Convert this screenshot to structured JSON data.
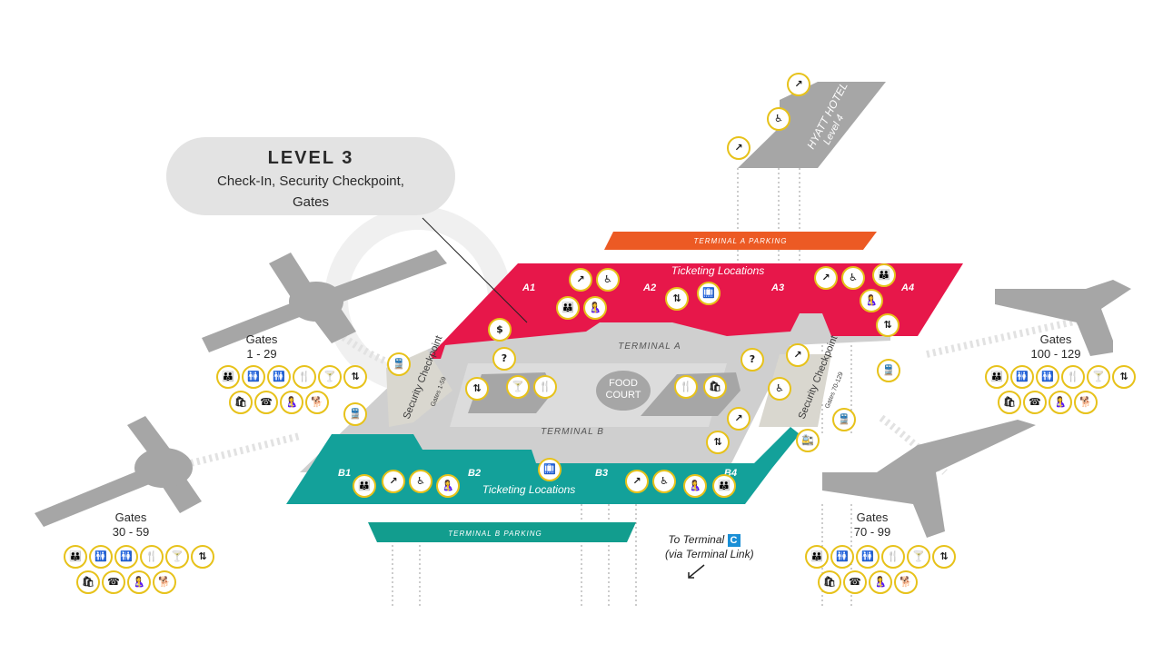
{
  "level": {
    "title": "LEVEL 3",
    "subtitle_line1": "Check-In, Security Checkpoint,",
    "subtitle_line2": "Gates"
  },
  "terminal_a_parking": "TERMINAL A PARKING",
  "terminal_b_parking": "TERMINAL B PARKING",
  "ticketing_a": "Ticketing Locations",
  "ticketing_b": "Ticketing Locations",
  "terminal_a": "TERMINAL A",
  "terminal_b": "TERMINAL B",
  "food_court_1": "FOOD",
  "food_court_2": "COURT",
  "zones_a": [
    "A1",
    "A2",
    "A3",
    "A4"
  ],
  "zones_b": [
    "B1",
    "B2",
    "B3",
    "B4"
  ],
  "security_left": "Security Checkpoint",
  "security_left_gates": "Gates 1-59",
  "security_right": "Security Checkpoint",
  "security_right_gates": "Gates 70-129",
  "hotel_line1": "HYATT HOTEL",
  "hotel_line2": "Level 4",
  "gate_groups": [
    {
      "label": "Gates",
      "range": "1 - 29"
    },
    {
      "label": "Gates",
      "range": "30 - 59"
    },
    {
      "label": "Gates",
      "range": "100 - 129"
    },
    {
      "label": "Gates",
      "range": "70 - 99"
    }
  ],
  "terminal_link_line1": "To Terminal",
  "terminal_link_badge": "C",
  "terminal_link_line2": "(via Terminal Link)",
  "amenity_icons": [
    "family-restroom-icon",
    "restroom-icon",
    "restroom-icon",
    "dining-icon",
    "bar-icon",
    "elevator-icon",
    "shops-icon",
    "phone-icon",
    "nursing-room-icon",
    "pet-relief-icon"
  ],
  "colors": {
    "terminal_a": "#e7174a",
    "terminal_b": "#13a19a",
    "parking_a": "#ec5a24",
    "parking_b": "#129d8e",
    "concourse": "#a6a6a6",
    "icon_ring": "#e7c21a"
  }
}
